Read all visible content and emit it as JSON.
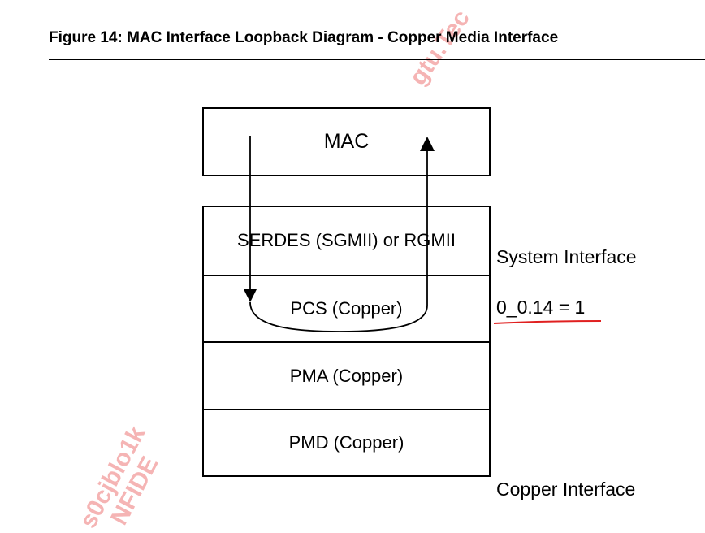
{
  "figure": {
    "title": "Figure 14: MAC Interface Loopback Diagram - Copper Media Interface"
  },
  "blocks": {
    "mac": "MAC",
    "serdes": "SERDES (SGMII) or RGMII",
    "pcs": "PCS (Copper)",
    "pma": "PMA (Copper)",
    "pmd": "PMD (Copper)"
  },
  "labels": {
    "system_interface": "System Interface",
    "register_setting": "0_0.14 = 1",
    "copper_interface": "Copper Interface"
  },
  "watermarks": {
    "top": "gtu.Tec",
    "bottom_line1": "s0cjblo1k",
    "bottom_line2": "NFIDE"
  },
  "colors": {
    "annotation_underline": "#e02020",
    "watermark": "#e02828"
  }
}
